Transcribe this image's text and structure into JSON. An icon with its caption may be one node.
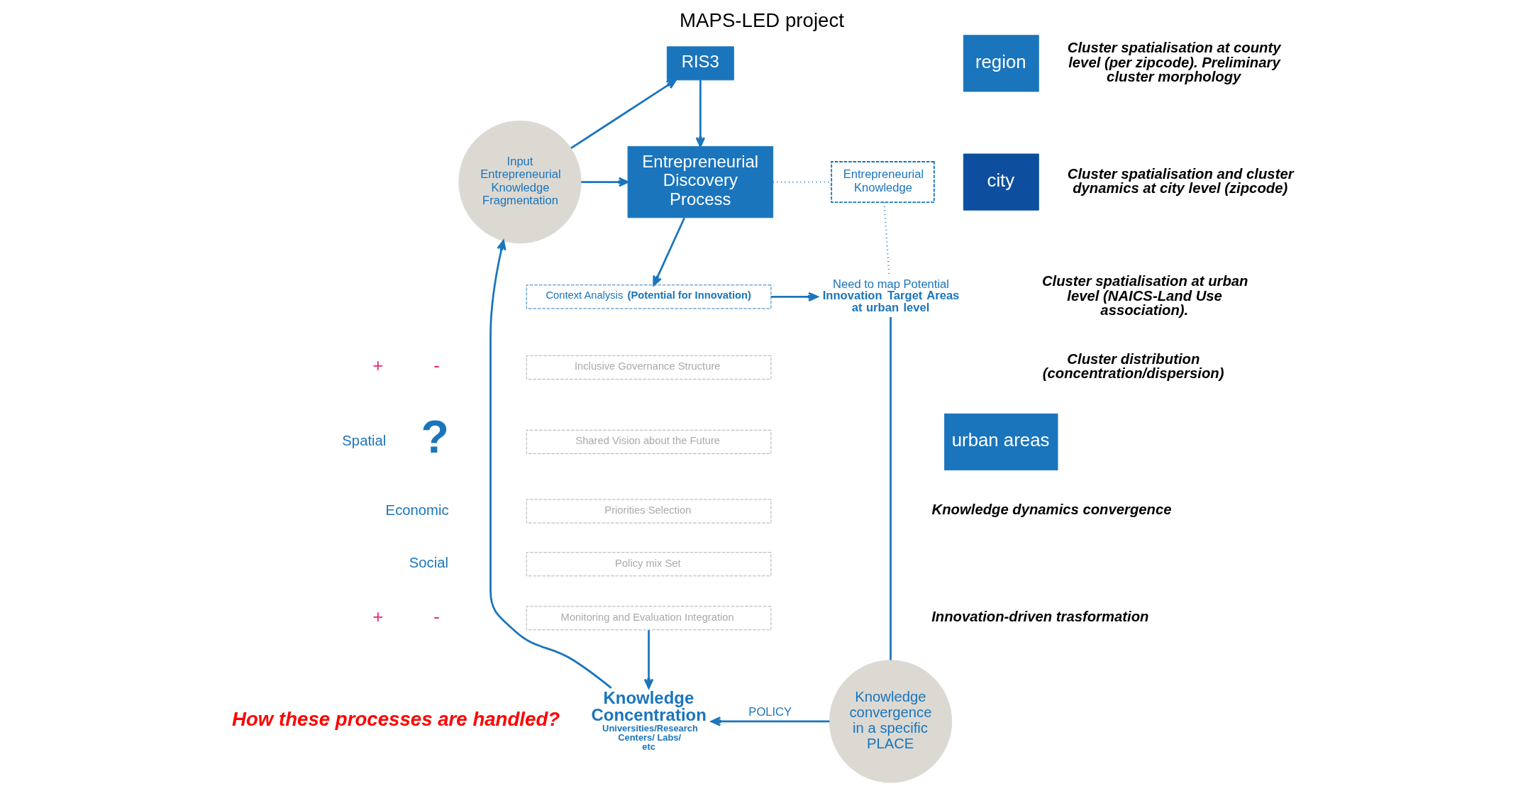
{
  "diagram": {
    "title": "MAPS-LED project",
    "nodes": [
      {
        "text": [
          "Input",
          "Entrepreneurial Knowledge Fragmentation"
        ]
      },
      {
        "text": [
          "RIS3"
        ]
      },
      {
        "text": [
          "Entrepreneurial Discovery Process"
        ]
      },
      {
        "text": [
          "Entrepreneurial Knowledge"
        ]
      },
      {
        "text": [
          "Context Analysis **(Potential for Innovation)**"
        ]
      },
      {
        "text": [
          "Inclusive Governance Structure"
        ]
      },
      {
        "text": [
          "Shared Vision about the Future"
        ]
      },
      {
        "text": [
          "Priorities Selection"
        ]
      },
      {
        "text": [
          "Policy mix Set"
        ]
      },
      {
        "text": [
          "Monitoring and Evaluation Integration"
        ]
      },
      {
        "text": [
          "Need to map Potential **Innovation Target Areas at urban level**"
        ]
      },
      {
        "text": [
          "Knowledge convergence in a specific PLACE"
        ]
      },
      {
        "text": [
          "Knowledge Concentration",
          "Universities/Research Centers/ Labs/ etc"
        ]
      },
      {
        "text": [
          "region"
        ]
      },
      {
        "text": [
          "city"
        ]
      },
      {
        "text": [
          "urban areas"
        ]
      }
    ],
    "edges": [
      {
        "from": 0,
        "to": 1,
        "arrow": "to"
      },
      {
        "from": 0,
        "to": 2,
        "arrow": "to"
      },
      {
        "from": 1,
        "to": 2,
        "arrow": "to"
      },
      {
        "from": 2,
        "to": 3,
        "arrow": "none",
        "style": "dashed"
      },
      {
        "from": 2,
        "to": 4,
        "arrow": "to"
      },
      {
        "from": 3,
        "to": 10,
        "arrow": "none",
        "style": "dashed"
      },
      {
        "from": 4,
        "to": 10,
        "arrow": "to"
      },
      {
        "from": 10,
        "to": 11,
        "arrow": "none"
      },
      {
        "from": 11,
        "to": 12,
        "arrow": "to",
        "label": "POLICY"
      },
      {
        "from": 9,
        "to": 12,
        "arrow": "to"
      },
      {
        "from": 12,
        "to": 0,
        "arrow": "to"
      }
    ],
    "labels": [
      "+",
      "-",
      "Spatial",
      "?",
      "Economic",
      "Social",
      "+",
      "-",
      "How these processes are handled?",
      "Cluster spatialisation at county level (per zipcode). Preliminary cluster morphology",
      "Cluster spatialisation and cluster dynamics at city level (zipcode)",
      "Cluster spatialisation at urban level (NAICS-Land Use association).",
      "Cluster distribution (concentration/dispersion)",
      "Knowledge dynamics convergence",
      "Innovation-driven trasformation"
    ]
  }
}
